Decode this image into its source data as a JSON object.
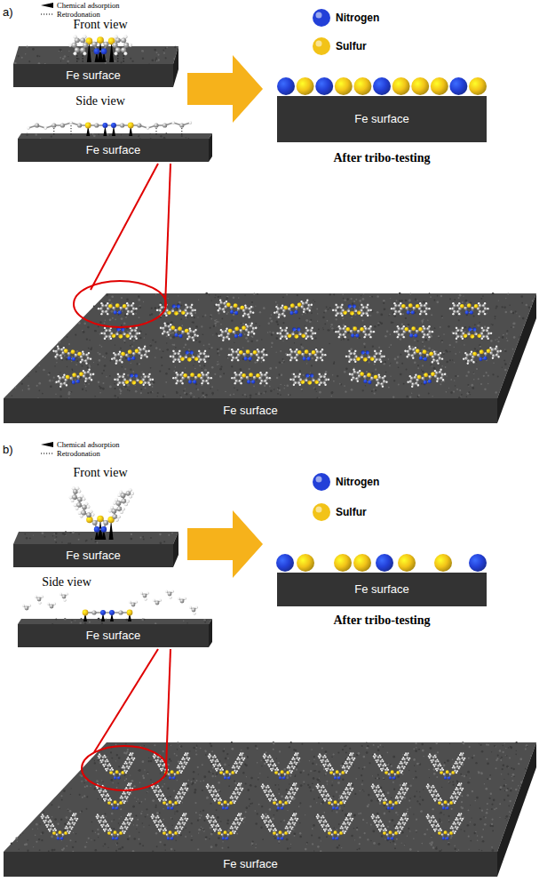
{
  "diagram": {
    "nodes": [
      {
        "text": [
          "Fe surface"
        ]
      },
      {
        "text": [
          "Fe surface"
        ]
      },
      {
        "text": [
          "Fe surface"
        ]
      },
      {
        "text": [
          "Fe surface"
        ]
      },
      {
        "text": [
          "Fe surface"
        ]
      },
      {
        "text": [
          "Fe surface"
        ]
      },
      {
        "text": [
          "Fe surface"
        ]
      },
      {
        "text": [
          "Fe surface"
        ]
      }
    ],
    "edges": [
      {
        "from": 0,
        "to": 1,
        "arrow": "to"
      },
      {
        "from": 4,
        "to": 5,
        "arrow": "to"
      }
    ],
    "labels": [
      "a)",
      "Front view",
      "Side view",
      "After tribo-testing",
      "b)",
      "Front view",
      "Side view",
      "After tribo-testing"
    ],
    "legend": [
      {
        "text": "Chemical adsorption"
      },
      {
        "text": "Retrodonation"
      },
      {
        "text": "Nitrogen",
        "color": "#2340d8"
      },
      {
        "text": "Sulfur",
        "color": "#f2c318"
      },
      {
        "text": "Chemical adsorption"
      },
      {
        "text": "Retrodonation"
      },
      {
        "text": "Nitrogen",
        "color": "#2340d8"
      },
      {
        "text": "Sulfur",
        "color": "#f2c318"
      }
    ]
  }
}
